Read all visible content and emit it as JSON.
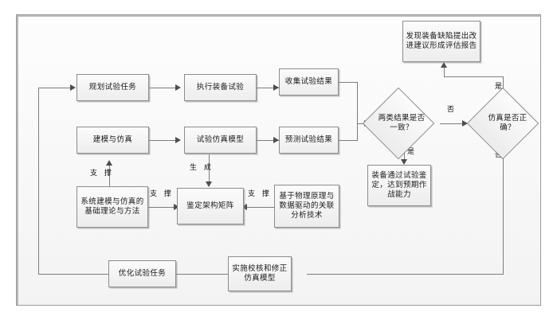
{
  "diagram": {
    "type": "flowchart",
    "title": "",
    "nodes": {
      "plan_test_task": {
        "label": "规划试验任务"
      },
      "execute_equipment_test": {
        "label": "执行装备试验"
      },
      "collect_test_results": {
        "label": "收集试验结果"
      },
      "modeling_simulation": {
        "label": "建模与仿真"
      },
      "test_sim_model": {
        "label": "试验仿真模型"
      },
      "predict_test_results": {
        "label": "预测试验结果"
      },
      "theory_methods": {
        "label": "系统建模与仿真的基础理论与方法"
      },
      "assessment_matrix": {
        "label": "鉴定架构矩阵"
      },
      "correlation_tech": {
        "label": "基于物理原理与数据驱动的关联分析技术"
      },
      "equipment_qualified": {
        "label": "装备通过试验鉴定，达到预期作战能力"
      },
      "defect_report": {
        "label": "发现装备缺陷提出改进建议形成评估报告"
      },
      "optimize_test_task": {
        "label": "优化试验任务"
      },
      "verify_correct_model": {
        "label": "实施校核和修正仿真模型"
      }
    },
    "decisions": {
      "results_consistent": {
        "label": "两类结果是否一致？"
      },
      "simulation_correct": {
        "label": "仿真是否正确？"
      }
    },
    "edge_labels": {
      "support_left": "支 撑",
      "support_mid": "支 撑",
      "support_right": "支 撑",
      "generate": "生 成",
      "consistent_yes": "是",
      "consistent_no": "否",
      "sim_yes": "是",
      "sim_no": "否"
    },
    "colors": {
      "node_border": "#8c8c8c",
      "node_fill_top": "#fbfbfb",
      "node_fill_bottom": "#ededed",
      "connector": "#7d7d7d",
      "arrow": "#4d4d4d",
      "frame_border": "#9a9a9a",
      "background": "#f4f4f4",
      "text": "#1a1a1a"
    }
  }
}
